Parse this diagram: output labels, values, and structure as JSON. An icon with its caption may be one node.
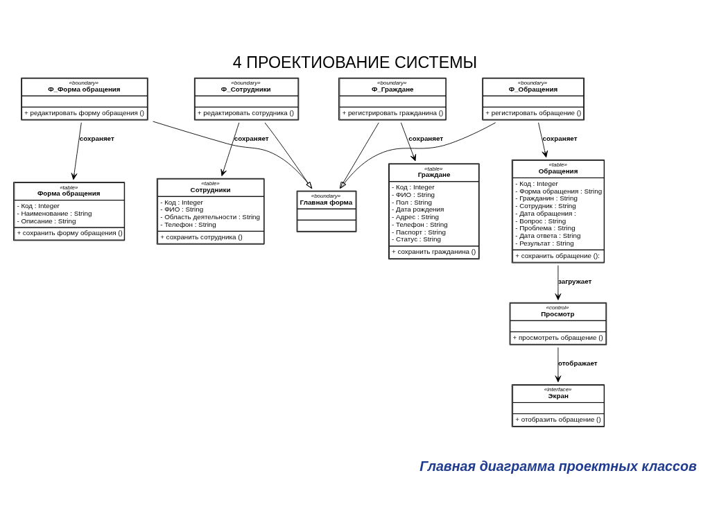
{
  "diagram": {
    "title": "4 ПРОЕКТИОВАНИЕ СИСТЕМЫ",
    "caption": "Главная диаграмма проектных классов",
    "nodes": [
      {
        "text": [
          "«table»",
          "Сотрудники",
          "- Код : Integer",
          "- ФИО : String",
          "- Область деятельности : String",
          "- Телефон : String",
          "+ сохранить сотрудника ()"
        ]
      },
      {
        "text": [
          "«boundary»",
          "Ф_Сотрудники",
          "+ редактировать сотрудника ()"
        ]
      },
      {
        "text": [
          "«boundary»",
          "Ф_Форма обращения",
          "+ редактировать форму обращения ()"
        ]
      },
      {
        "text": [
          "«table»",
          "Форма обращения",
          "- Код : Integer",
          "- Наименование : String",
          "- Описание : String",
          "+ сохранить форму обращения ()"
        ]
      },
      {
        "text": [
          "«table»",
          "Обращения",
          "- Код : Integer",
          "- Форма обращения : String",
          "- Гражданин : String",
          "- Сотрудник : String",
          "- Дата обращения :",
          "- Вопрос : String",
          "- Проблема : String",
          "- Дата ответа : String",
          "- Результат : String",
          "+ сохранить обращение ():"
        ]
      },
      {
        "text": [
          "«boundary»",
          "Ф_Обращения",
          "+ регистировать обращение ()"
        ]
      },
      {
        "text": [
          "«boundary»",
          "Главная форма"
        ]
      },
      {
        "text": [
          "«table»",
          "Граждане",
          "- Код : Integer",
          "- ФИО : String",
          "- Пол : String",
          "- Дата рождения",
          "- Адрес : String",
          "- Телефон : String",
          "- Паспорт : String",
          "- Статус : String",
          "+ сохранить гражданина ()"
        ]
      },
      {
        "text": [
          "«boundary»",
          "Ф_Граждане",
          "+ регистрировать гражданина ()"
        ]
      },
      {
        "text": [
          "«control»",
          "Просмотр",
          "+ просмотреть обращение ()"
        ]
      },
      {
        "text": [
          "«interface»",
          "Экран",
          "+ отобразить обращение ()"
        ]
      }
    ],
    "edges": [
      {
        "from": 1,
        "to": 0,
        "arrow": "to",
        "label": "сохраняет"
      },
      {
        "from": 2,
        "to": 3,
        "arrow": "to",
        "label": "сохраняет"
      },
      {
        "from": 1,
        "to": 6,
        "arrow": "to"
      },
      {
        "from": 2,
        "to": 6,
        "arrow": "to"
      },
      {
        "from": 5,
        "to": 4,
        "arrow": "to",
        "label": "сохраняет"
      },
      {
        "from": 5,
        "to": 6,
        "arrow": "to"
      },
      {
        "from": 8,
        "to": 6,
        "arrow": "to"
      },
      {
        "from": 8,
        "to": 7,
        "arrow": "to",
        "label": "сохраняет"
      },
      {
        "from": 4,
        "to": 9,
        "arrow": "to",
        "label": "загружает"
      },
      {
        "from": 9,
        "to": 10,
        "arrow": "to",
        "label": "отображает"
      }
    ]
  }
}
